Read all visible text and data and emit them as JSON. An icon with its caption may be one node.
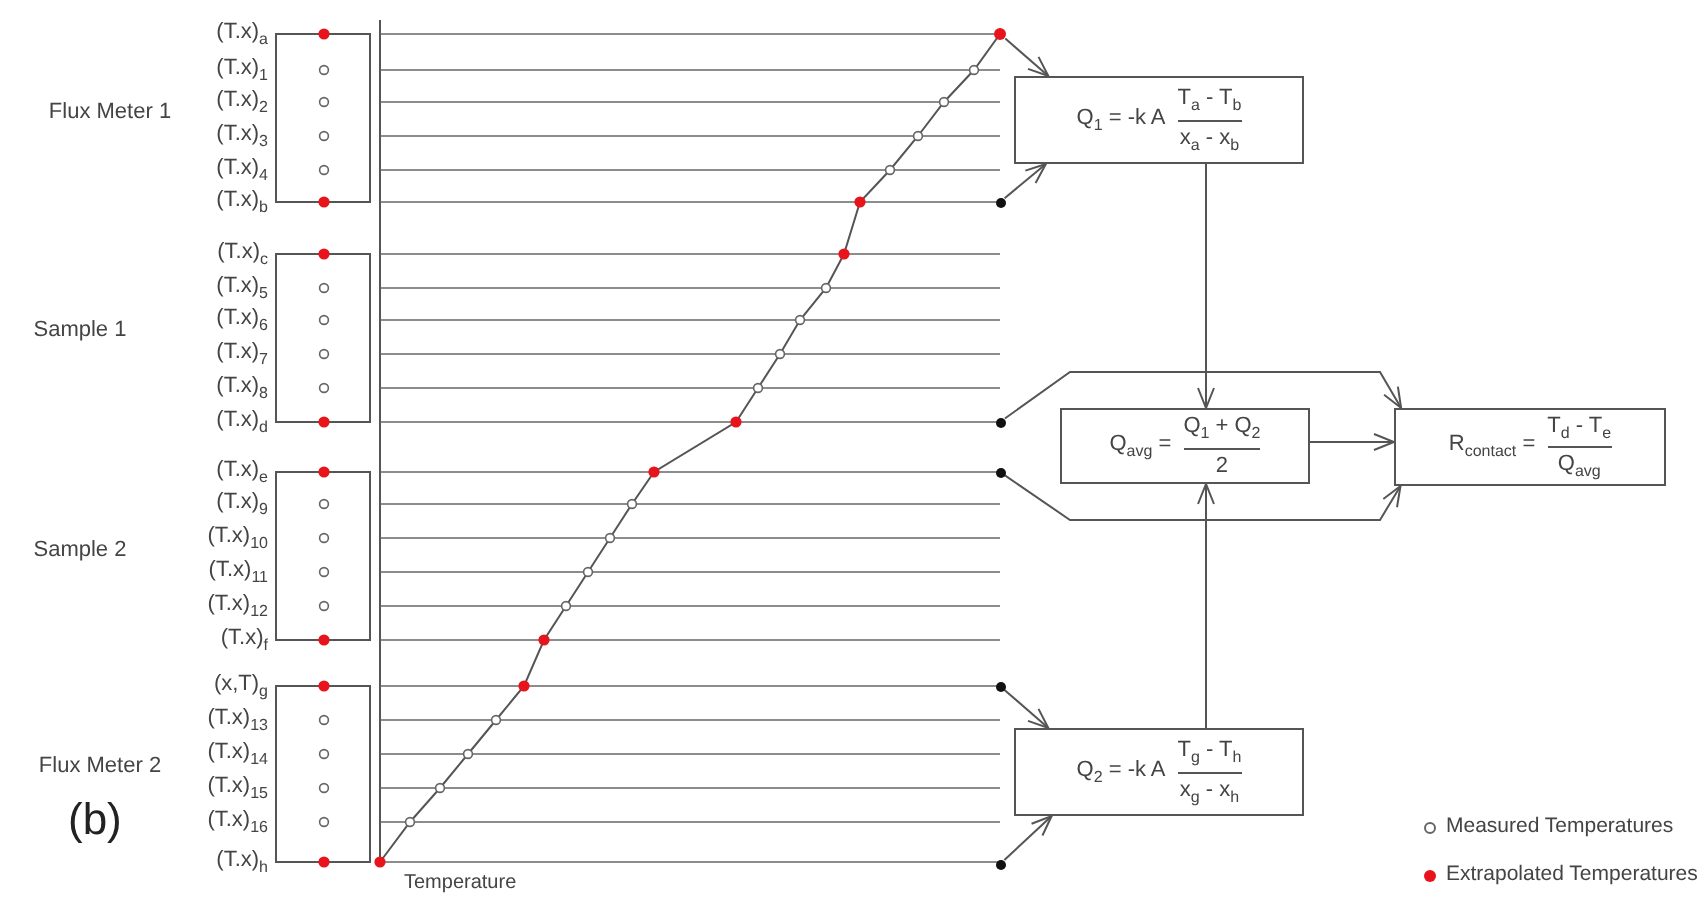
{
  "diagram": {
    "nodes": [
      {
        "text": [],
        "shape": "circle"
      },
      {
        "text": [
          "Q$_{1}$ = -k A",
          "T$_{a}$ - T$_{b}$",
          "x$_{a}$ - x$_{b}$"
        ]
      },
      {
        "text": [],
        "shape": "circle"
      },
      {
        "text": [],
        "shape": "circle"
      },
      {
        "text": [
          "Q$_{avg}$ =",
          "Q$_{1}$ + Q$_{2}$",
          "2"
        ]
      },
      {
        "text": [
          "R$_{contact}$ =",
          "T$_{d}$ - T$_{e}$",
          "Q$_{avg}$"
        ]
      },
      {
        "text": [],
        "shape": "circle"
      },
      {
        "text": [],
        "shape": "circle"
      },
      {
        "text": [
          "Q$_{2}$ = -k A",
          "T$_{g}$ - T$_{h}$",
          "x$_{g}$ - x$_{h}$"
        ]
      },
      {
        "text": [],
        "shape": "circle"
      }
    ],
    "edges": [
      {
        "from": 0,
        "to": 1,
        "arrow": "to"
      },
      {
        "from": 2,
        "to": 1,
        "arrow": "to"
      },
      {
        "from": 1,
        "to": 4,
        "arrow": "to"
      },
      {
        "from": 3,
        "to": 5,
        "arrow": "to"
      },
      {
        "from": 4,
        "to": 5,
        "arrow": "to"
      },
      {
        "from": 6,
        "to": 5,
        "arrow": "to"
      },
      {
        "from": 8,
        "to": 4,
        "arrow": "to"
      },
      {
        "from": 7,
        "to": 8,
        "arrow": "to"
      },
      {
        "from": 9,
        "to": 8,
        "arrow": "to"
      }
    ],
    "labels": [
      "Flux Meter 1",
      "(T.x)$_{a}$",
      "(T.x)$_{1}$",
      "(T.x)$_{2}$",
      "(T.x)$_{3}$",
      "(T.x)$_{4}$",
      "(T.x)$_{b}$",
      "Sample 1",
      "(T.x)$_{c}$",
      "(T.x)$_{5}$",
      "(T.x)$_{6}$",
      "(T.x)$_{7}$",
      "(T.x)$_{8}$",
      "(T.x)$_{d}$",
      "Sample 2",
      "(T.x)$_{e}$",
      "(T.x)$_{9}$",
      "(T.x)$_{10}$",
      "(T.x)$_{11}$",
      "(T.x)$_{12}$",
      "(T.x)$_{f}$",
      "Flux Meter 2",
      "(b)",
      "(x,T)$_{g}$",
      "(T.x)$_{13}$",
      "(T.x)$_{14}$",
      "(T.x)$_{15}$",
      "(T.x)$_{16}$",
      "(T.x)$_{h}$",
      "Temperature"
    ],
    "legend": [
      {
        "text": "Measured Temperatures"
      },
      {
        "text": "Extrapolated Temperatures",
        "color": "#e8141b"
      }
    ]
  }
}
